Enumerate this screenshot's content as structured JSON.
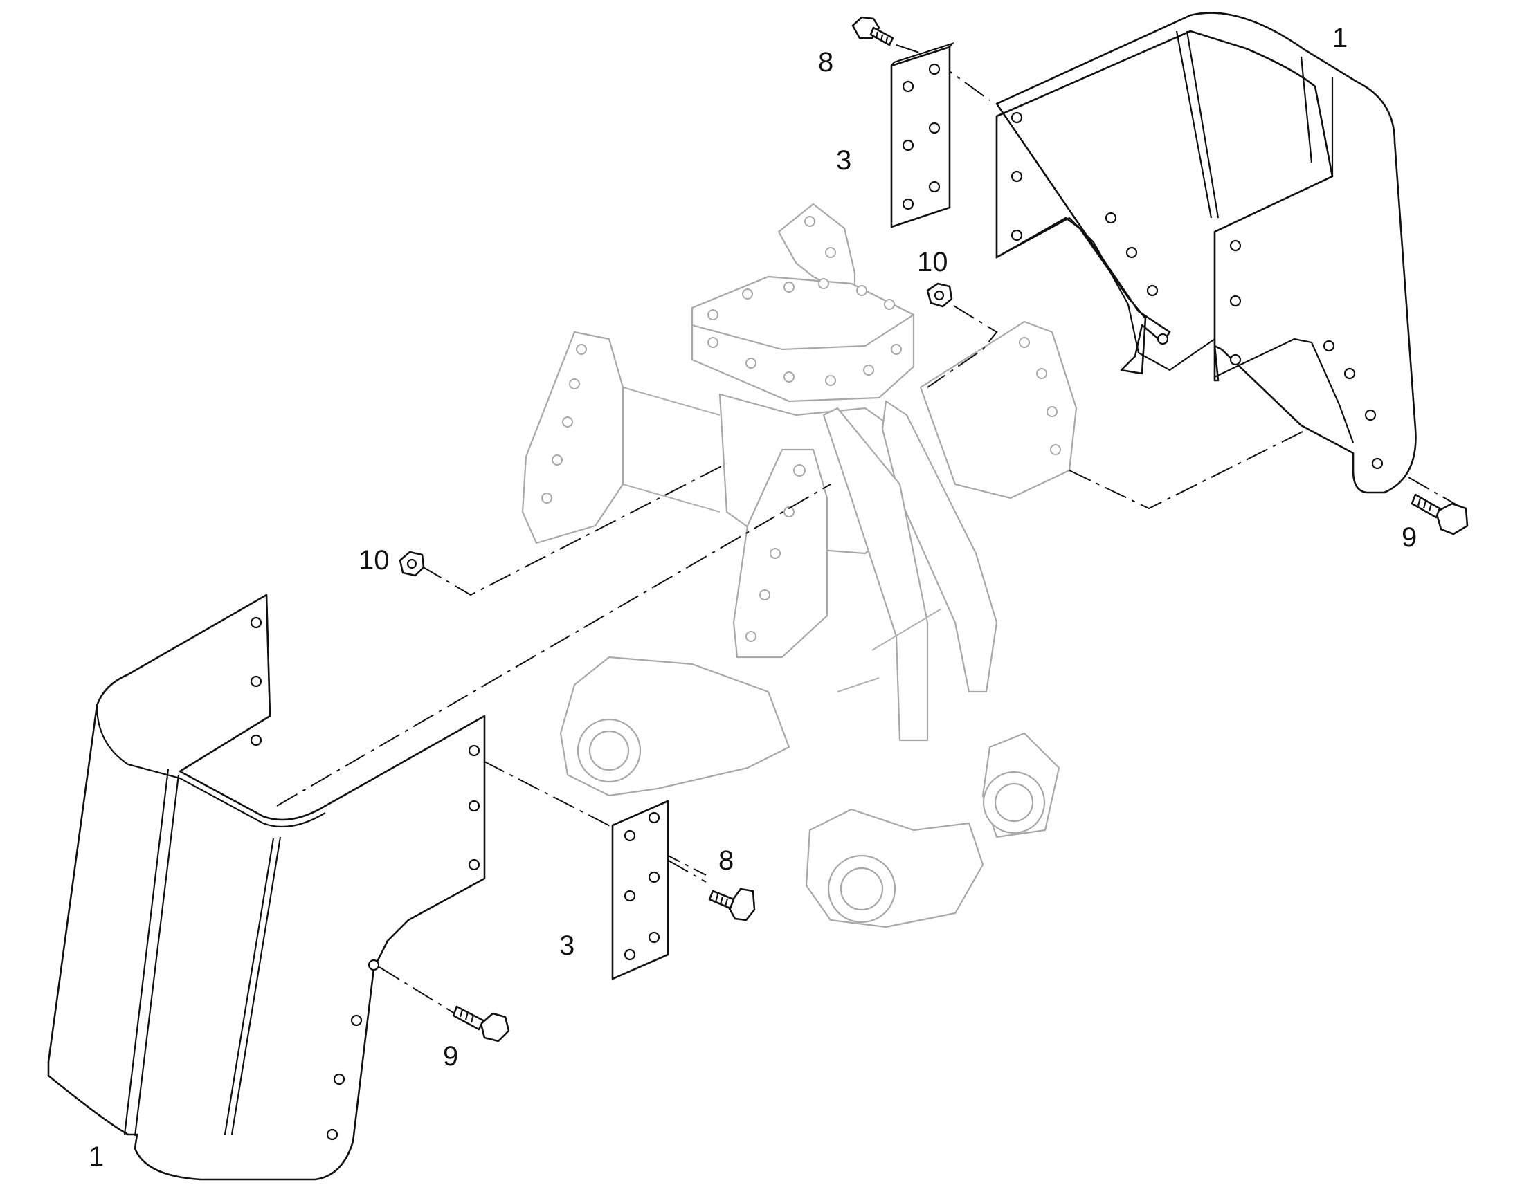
{
  "diagram": {
    "type": "exploded-parts-view",
    "colors": {
      "parts": "#111111",
      "frame": "#a8a8a8",
      "background": "#ffffff"
    },
    "callouts": {
      "guard_upper_right": "1",
      "guard_lower_left": "1",
      "plate_upper": "3",
      "plate_lower": "3",
      "bolt_8_upper": "8",
      "bolt_8_lower": "8",
      "bolt_9_right": "9",
      "bolt_9_lower": "9",
      "nut_10_upper": "10",
      "nut_10_left": "10"
    }
  }
}
